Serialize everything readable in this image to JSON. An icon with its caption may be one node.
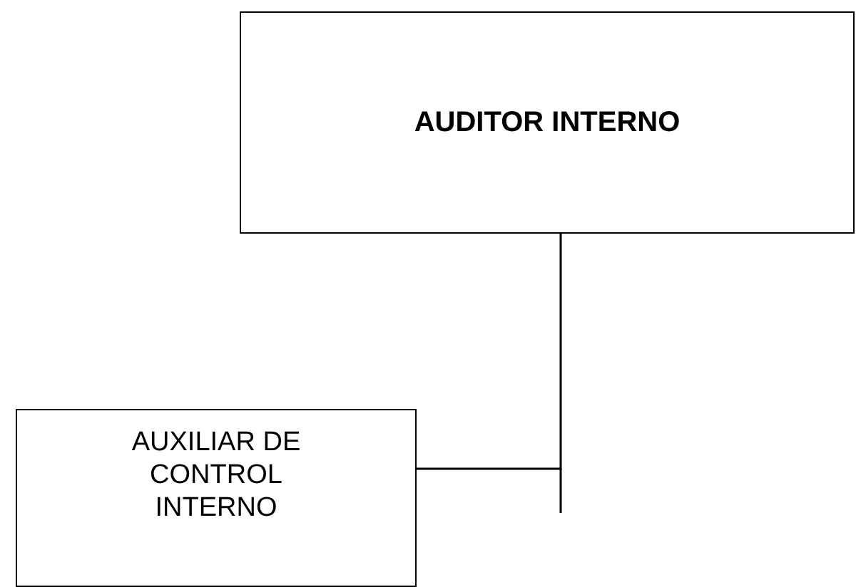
{
  "diagram": {
    "nodes": [
      {
        "text": [
          "AUDITOR INTERNO"
        ]
      },
      {
        "text": [
          "AUXILIAR DE CONTROL INTERNO"
        ]
      }
    ],
    "edges": [
      {
        "from": 0,
        "to": 1,
        "arrow": "none"
      }
    ]
  }
}
